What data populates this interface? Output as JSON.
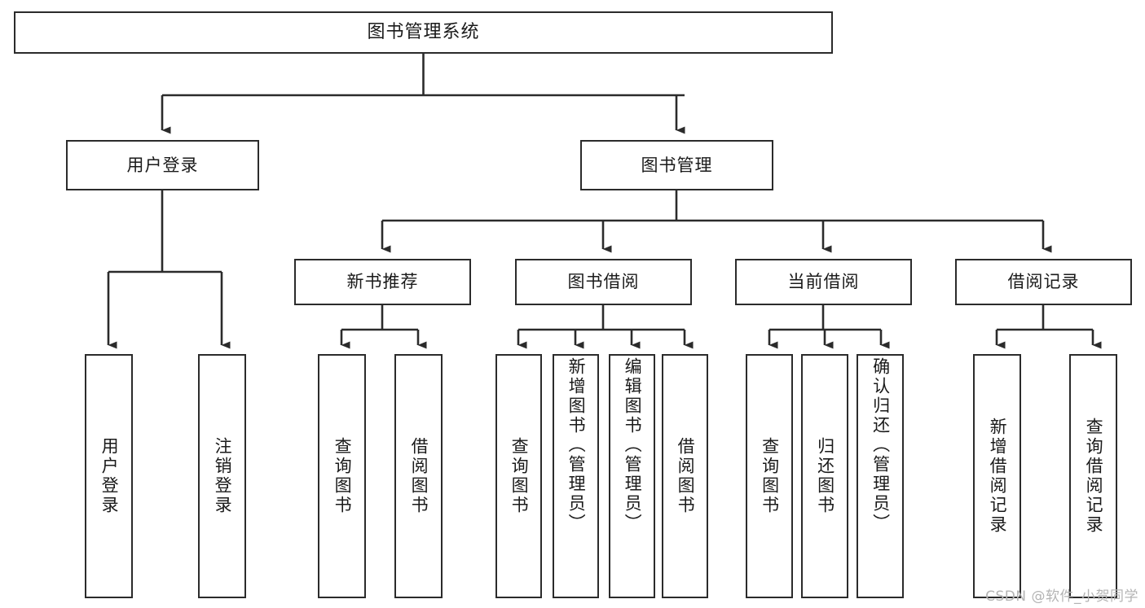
{
  "diagram": {
    "title": "图书管理系统",
    "watermark": "CSDN @软件_小贺同学",
    "line_color": "#2b2b2b",
    "box_fill": "#ffffff",
    "text_color": "#1a1a1a",
    "watermark_color": "#b4b4b4",
    "root": {
      "label": "图书管理系统"
    },
    "level1": [
      {
        "label": "用户登录"
      },
      {
        "label": "图书管理"
      }
    ],
    "level2": [
      {
        "label": "新书推荐"
      },
      {
        "label": "图书借阅"
      },
      {
        "label": "当前借阅"
      },
      {
        "label": "借阅记录"
      }
    ],
    "leaves": [
      {
        "label": "用户登录",
        "parent": "用户登录"
      },
      {
        "label": "注销登录",
        "parent": "用户登录"
      },
      {
        "label": "查询图书",
        "parent": "新书推荐"
      },
      {
        "label": "借阅图书",
        "parent": "新书推荐"
      },
      {
        "label": "查询图书",
        "parent": "图书借阅"
      },
      {
        "label": "新增图书（管理员）",
        "parent": "图书借阅"
      },
      {
        "label": "编辑图书（管理员）",
        "parent": "图书借阅"
      },
      {
        "label": "借阅图书",
        "parent": "图书借阅"
      },
      {
        "label": "查询图书",
        "parent": "当前借阅"
      },
      {
        "label": "归还图书",
        "parent": "当前借阅"
      },
      {
        "label": "确认归还（管理员）",
        "parent": "当前借阅"
      },
      {
        "label": "新增借阅记录",
        "parent": "借阅记录"
      },
      {
        "label": "查询借阅记录",
        "parent": "借阅记录"
      }
    ]
  }
}
